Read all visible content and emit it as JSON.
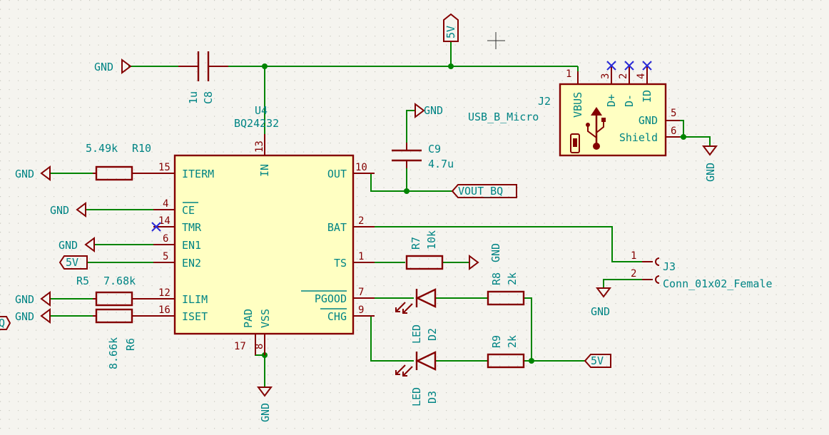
{
  "colors": {
    "background": "#f5f4ef",
    "wire": "#008400",
    "component_outline": "#840000",
    "component_fill": "#ffffc2",
    "label_text": "#008484",
    "no_connect": "#2b2bd8"
  },
  "power": {
    "gnd": "GND",
    "v5": "5V",
    "vout_bq": "VOUT_BQ",
    "edge_fragment": "Q"
  },
  "u4": {
    "ref": "U4",
    "value": "BQ24232",
    "pins_left": [
      {
        "num": "15",
        "name": "ITERM"
      },
      {
        "num": "4",
        "name": "CE"
      },
      {
        "num": "14",
        "name": "TMR"
      },
      {
        "num": "6",
        "name": "EN1"
      },
      {
        "num": "5",
        "name": "EN2"
      },
      {
        "num": "12",
        "name": "ILIM"
      },
      {
        "num": "16",
        "name": "ISET"
      }
    ],
    "pins_right": [
      {
        "num": "10",
        "name": "OUT"
      },
      {
        "num": "2",
        "name": "BAT"
      },
      {
        "num": "1",
        "name": "TS"
      },
      {
        "num": "7",
        "name": "PGOOD"
      },
      {
        "num": "9",
        "name": "CHG"
      }
    ],
    "pin_top": {
      "num": "13",
      "name": "IN"
    },
    "pins_bottom": [
      {
        "num": "17",
        "name": "PAD"
      },
      {
        "num": "8",
        "name": "VSS"
      }
    ]
  },
  "resistors": {
    "r10": {
      "ref": "R10",
      "value": "5.49k"
    },
    "r5": {
      "ref": "R5",
      "value": "7.68k"
    },
    "r6": {
      "ref": "R6",
      "value": "8.66k"
    },
    "r7": {
      "ref": "R7",
      "value": "10k"
    },
    "r8": {
      "ref": "R8",
      "value": "2k"
    },
    "r9": {
      "ref": "R9",
      "value": "2k"
    }
  },
  "capacitors": {
    "c8": {
      "ref": "C8",
      "value": "1u"
    },
    "c9": {
      "ref": "C9",
      "value": "4.7u"
    }
  },
  "leds": {
    "d2": {
      "ref": "D2",
      "value": "LED"
    },
    "d3": {
      "ref": "D3",
      "value": "LED"
    }
  },
  "j2": {
    "ref": "J2",
    "value": "USB_B_Micro",
    "pins_top": [
      {
        "num": "1",
        "name": "VBUS"
      },
      {
        "num": "3",
        "name": "D+"
      },
      {
        "num": "2",
        "name": "D-"
      },
      {
        "num": "4",
        "name": "ID"
      }
    ],
    "pins_right": [
      {
        "num": "5",
        "name": "GND"
      },
      {
        "num": "6",
        "name": "Shield"
      }
    ]
  },
  "j3": {
    "ref": "J3",
    "value": "Conn_01x02_Female",
    "pins": [
      {
        "num": "1"
      },
      {
        "num": "2"
      }
    ]
  }
}
